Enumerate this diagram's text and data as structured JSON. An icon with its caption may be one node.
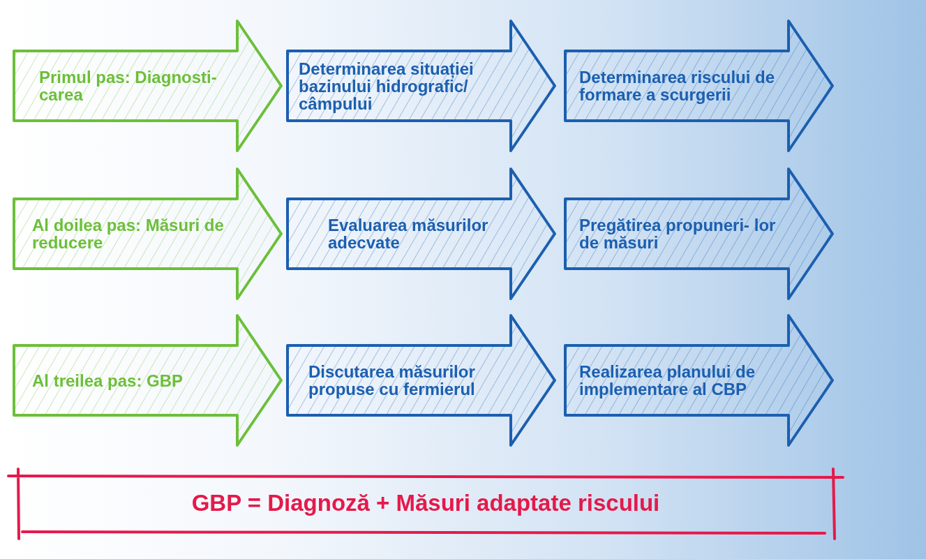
{
  "diagram": {
    "nodes": [
      {
        "text": [
          "Primul pas: Diagnosti- carea"
        ]
      },
      {
        "text": [
          "Determinarea situației bazinului hidrografic/ câmpului"
        ]
      },
      {
        "text": [
          "Determinarea riscului de formare a scurgerii"
        ]
      },
      {
        "text": [
          "Al doilea pas: Măsuri de reducere"
        ]
      },
      {
        "text": [
          "Evaluarea măsurilor adecvate"
        ]
      },
      {
        "text": [
          "Pregătirea propuneri- lor de măsuri"
        ]
      },
      {
        "text": [
          "Al treilea pas: GBP"
        ]
      },
      {
        "text": [
          "Discutarea măsurilor propuse cu fermierul"
        ]
      },
      {
        "text": [
          "Realizarea planului de implementare al CBP"
        ]
      },
      {
        "text": [
          "GBP = Diagnoză + Măsuri adaptate riscului"
        ]
      }
    ]
  }
}
